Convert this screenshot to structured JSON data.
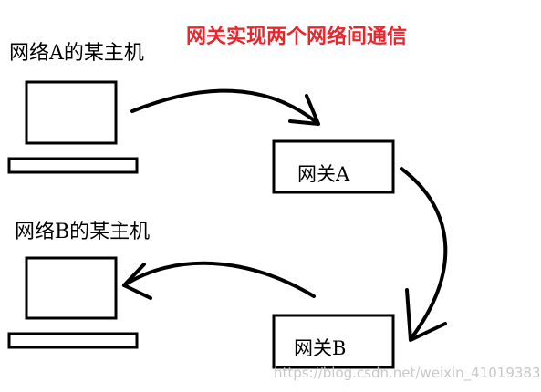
{
  "title": "网关实现两个网络间通信",
  "host_a": {
    "label": "网络A的某主机"
  },
  "host_b": {
    "label": "网络B的某主机"
  },
  "gateway_a": {
    "label": "网关A"
  },
  "gateway_b": {
    "label": "网关B"
  },
  "watermark": "https://blog.csdn.net/weixin_41019383",
  "colors": {
    "title": "#e8262c",
    "stroke": "#000000",
    "watermark": "#c8c8c8"
  }
}
